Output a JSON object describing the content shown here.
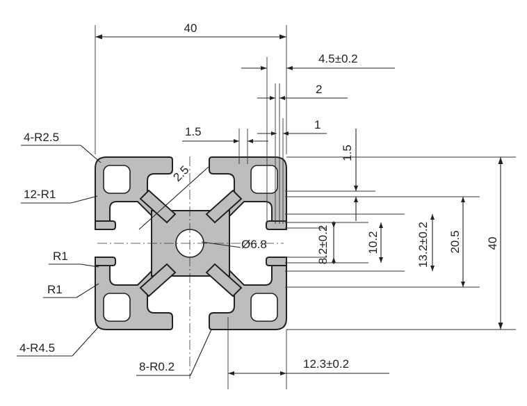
{
  "drawing": {
    "dim_width": "40",
    "dim_slot_depth": "4.5±0.2",
    "dim_lip": "2",
    "dim_lip_gap": "1",
    "dim_lip_len": "1.5",
    "dim_lip_height": "1.5",
    "dim_rib": "2.5",
    "dim_hole": "Ø6.8",
    "dim_slot_8": "8.2±0.2",
    "dim_slot_10": "10.2",
    "dim_slot_13": "13.2±0.2",
    "dim_slot_20": "20.5",
    "dim_height": "40",
    "dim_bottom": "12.3±0.2",
    "label_outer_radius": "4-R2.5",
    "label_inner_radius": "12-R1",
    "label_r1_a": "R1",
    "label_r1_b": "R1",
    "label_cavity_radius": "4-R4.5",
    "label_small_radius": "8-R0.2"
  }
}
